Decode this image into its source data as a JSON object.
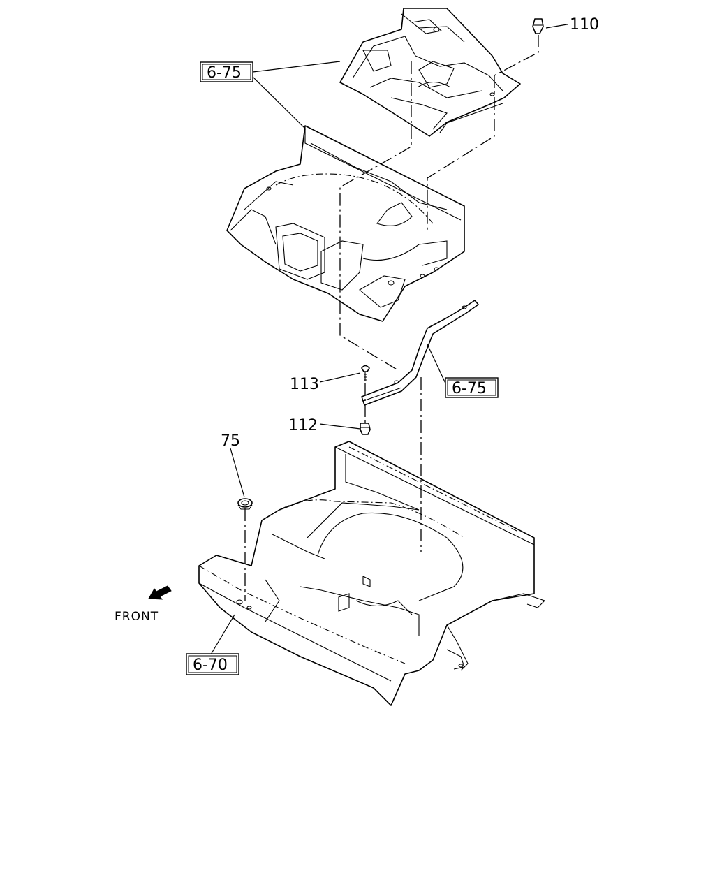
{
  "callouts": {
    "part_110": "110",
    "part_113": "113",
    "part_112": "112",
    "part_75": "75"
  },
  "references": {
    "ref_top": "6-75",
    "ref_middle": "6-75",
    "ref_bottom": "6-70"
  },
  "direction": {
    "front_label": "FRONT"
  }
}
